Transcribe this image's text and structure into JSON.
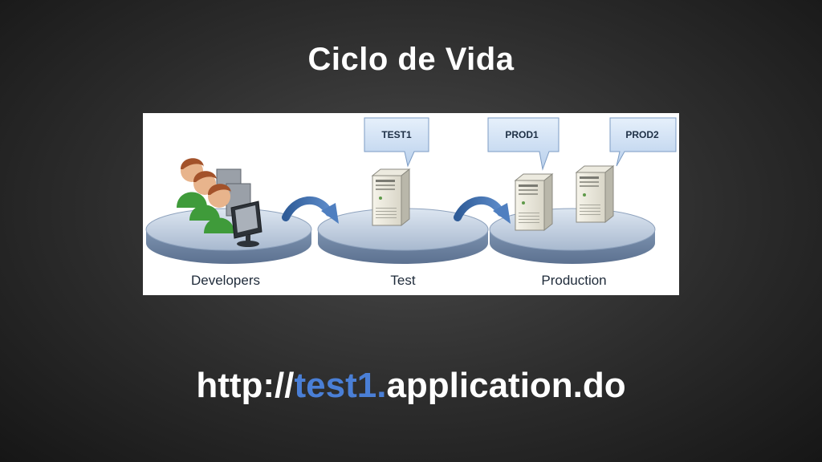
{
  "slide": {
    "title": "Ciclo de Vida",
    "url_prefix": "http://",
    "url_highlight": "test1.",
    "url_suffix": "application.do",
    "highlight_color": "#4a7fd6"
  },
  "diagram": {
    "stages": [
      {
        "label": "Developers"
      },
      {
        "label": "Test"
      },
      {
        "label": "Production"
      }
    ],
    "callouts": [
      "TEST1",
      "PROD1",
      "PROD2"
    ],
    "icons": [
      "developers-icon",
      "server-icon",
      "arrow-icon"
    ]
  }
}
